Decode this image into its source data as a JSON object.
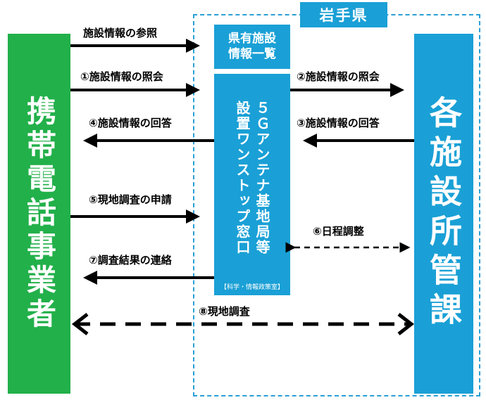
{
  "prefecture": {
    "label": "岩手県"
  },
  "operator": {
    "label": "携帯電話事業者"
  },
  "facility": {
    "label": "各施設所管課"
  },
  "info_box": {
    "line1": "県有施設",
    "line2": "情報一覧"
  },
  "window_box": {
    "col1": "５Ｇアンテナ基地局等",
    "col2": "設置ワンストップ窓口",
    "sub": "【科学・情報政策室】"
  },
  "steps": {
    "ref": "施設情報の参照",
    "s1": "①施設情報の照会",
    "s2": "②施設情報の照会",
    "s3": "③施設情報の回答",
    "s4": "④施設情報の回答",
    "s5": "⑤現地調査の申請",
    "s6": "⑥日程調整",
    "s7": "⑦調査結果の連絡",
    "s8": "⑧現地調査"
  },
  "colors": {
    "operator_green": "#22b04a",
    "prefecture_blue": "#1aa0d6",
    "arrow": "#000000"
  }
}
